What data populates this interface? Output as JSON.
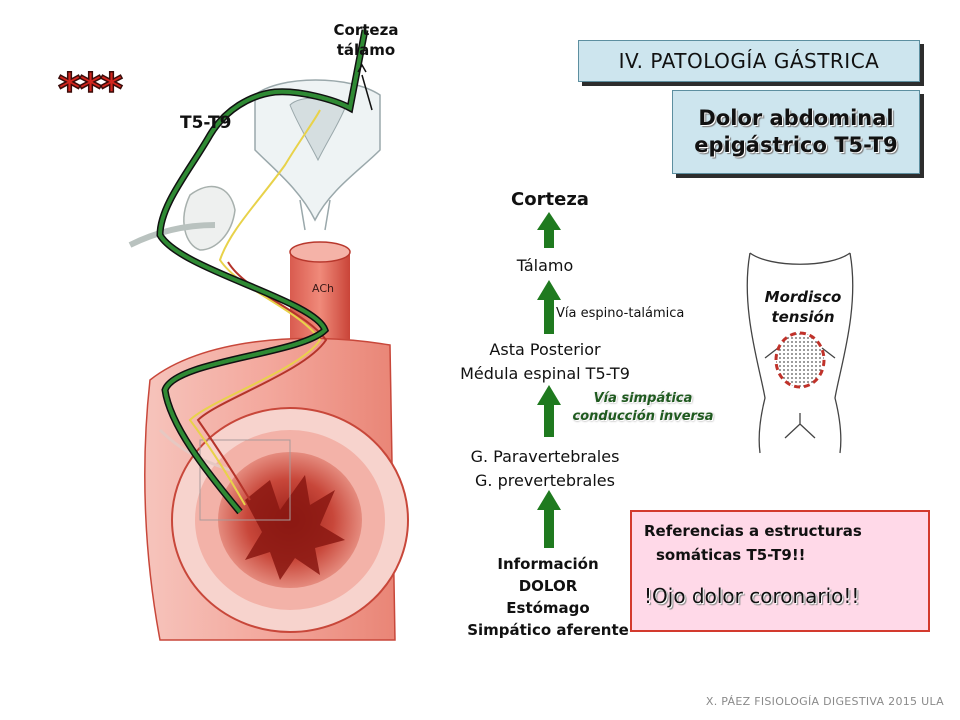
{
  "section_title": "IV. PATOLOGÍA GÁSTRICA",
  "topic_title": {
    "line1": "Dolor abdominal",
    "line2": "epigástrico T5-T9"
  },
  "illustration": {
    "cortex_label": {
      "line1": "Corteza",
      "line2": "tálamo"
    },
    "segment_label": "T5-T9",
    "stars": "***",
    "colors": {
      "pathway_green": "#2f8a34",
      "tissue_red": "#c0392b",
      "tissue_pink": "#f2a8a0"
    }
  },
  "flow": {
    "cortex": "Corteza",
    "thalamus": "Tálamo",
    "spinothalamic": "Vía espino-talámica",
    "posterior_horn": {
      "line1": "Asta Posterior",
      "line2": "Médula espinal T5-T9"
    },
    "sympathetic_path": {
      "line1": "Vía simpática",
      "line2": "conducción inversa"
    },
    "ganglia": {
      "line1": "G. Paravertebrales",
      "line2": "G. prevertebrales"
    },
    "origin": {
      "line1": "Información",
      "line2": "DOLOR",
      "line3": "Estómago",
      "line4": "Simpático aferente"
    },
    "arrow_color": "#1f7a1f"
  },
  "body_figure": {
    "label_line1": "Mordisco",
    "label_line2": "tensión"
  },
  "alert": {
    "line1": "Referencias a estructuras",
    "line2": "somáticas T5-T9!!",
    "warning": "!Ojo dolor coronario!!",
    "border_color": "#d33a2e",
    "background": "#ffd9e8"
  },
  "footer": "X. PÁEZ  FISIOLOGÍA DIGESTIVA 2015 ULA"
}
